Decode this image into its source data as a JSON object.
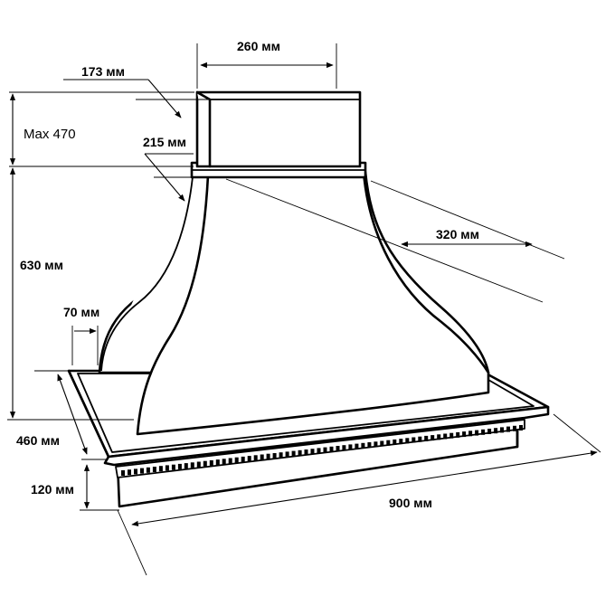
{
  "diagram": {
    "product": "range-hood-dimension-drawing",
    "stroke_color": "#000000",
    "background_color": "#ffffff",
    "dimensions": {
      "chimney_width": "260 мм",
      "chimney_depth_top": "173 мм",
      "chimney_height_max": "Max 470",
      "chimney_depth_bottom": "215 мм",
      "hood_depth_top": "320 мм",
      "hood_height": "630 мм",
      "frame_offset": "70 мм",
      "base_depth": "460 мм",
      "base_height": "120 мм",
      "base_width": "900 мм"
    }
  }
}
